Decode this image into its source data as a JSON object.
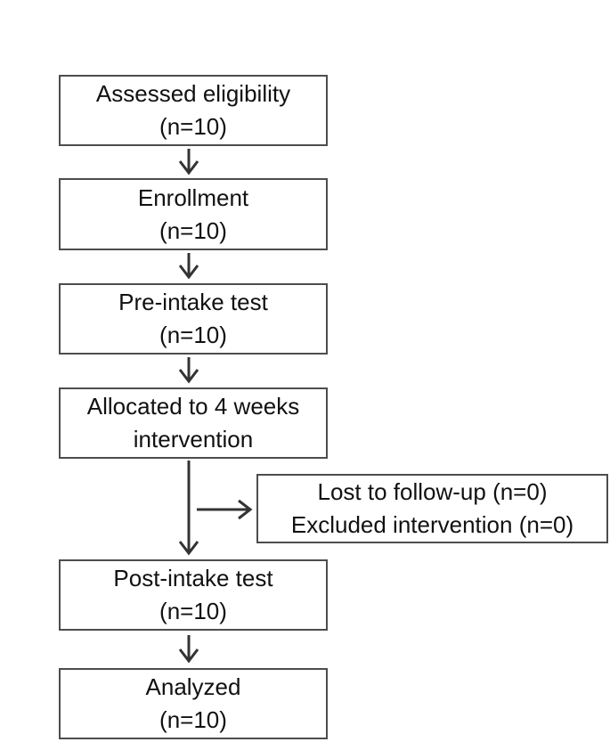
{
  "flow": {
    "boxes": [
      {
        "id": "assessed-eligibility",
        "line1": "Assessed eligibility",
        "line2": "(n=10)"
      },
      {
        "id": "enrollment",
        "line1": "Enrollment",
        "line2": "(n=10)"
      },
      {
        "id": "pre-intake-test",
        "line1": "Pre-intake test",
        "line2": "(n=10)"
      },
      {
        "id": "allocated",
        "line1": "Allocated to 4 weeks",
        "line2": "intervention"
      },
      {
        "id": "lost-excluded",
        "line1": "Lost to follow-up (n=0)",
        "line2": "Excluded intervention (n=0)"
      },
      {
        "id": "post-intake-test",
        "line1": "Post-intake test",
        "line2": "(n=10)"
      },
      {
        "id": "analyzed",
        "line1": "Analyzed",
        "line2": "(n=10)"
      }
    ],
    "colors": {
      "background": "#ffffff",
      "box_border": "#4d4d4d",
      "text": "#111111",
      "arrow": "#333333"
    }
  }
}
